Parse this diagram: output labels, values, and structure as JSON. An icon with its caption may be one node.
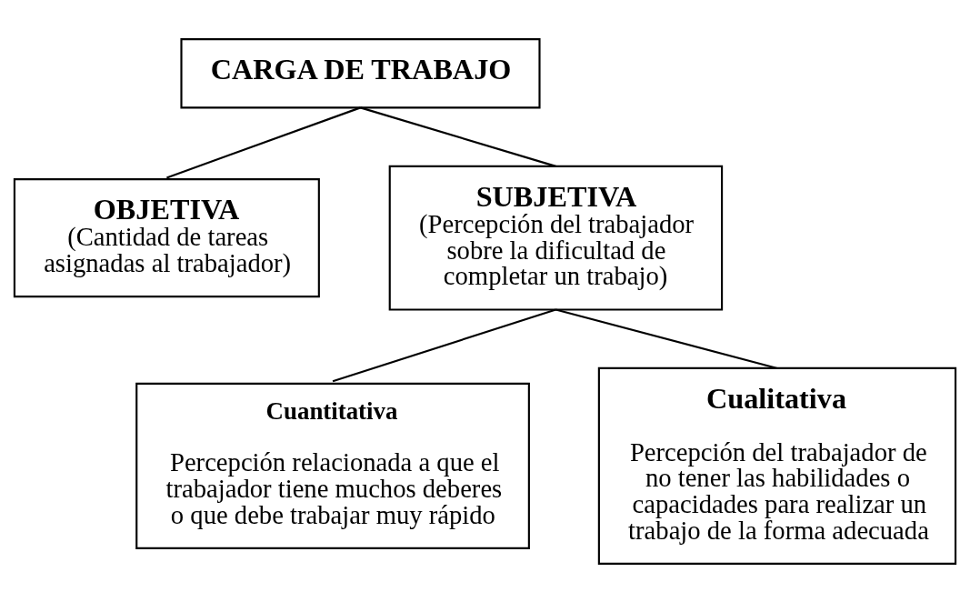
{
  "diagram": {
    "nodes": [
      {
        "text": [
          "CARGA DE TRABAJO"
        ]
      },
      {
        "text": [
          "OBJETIVA",
          "(Cantidad de tareas asignadas al trabajador)"
        ]
      },
      {
        "text": [
          "SUBJETIVA",
          "(Percepción del trabajador sobre la dificultad de completar un trabajo)"
        ]
      },
      {
        "text": [
          "Cuantitativa",
          "Percepción relacionada a que el trabajador tiene muchos deberes o que debe trabajar muy rápido"
        ]
      },
      {
        "text": [
          "Cualitativa",
          "Percepción del trabajador de no tener las habilidades o capacidades para realizar un trabajo de la forma adecuada"
        ]
      }
    ],
    "edges": [
      {
        "from": 0,
        "to": 1,
        "arrow": "none"
      },
      {
        "from": 0,
        "to": 2,
        "arrow": "none"
      },
      {
        "from": 2,
        "to": 3,
        "arrow": "none"
      },
      {
        "from": 2,
        "to": 4,
        "arrow": "none"
      }
    ]
  }
}
